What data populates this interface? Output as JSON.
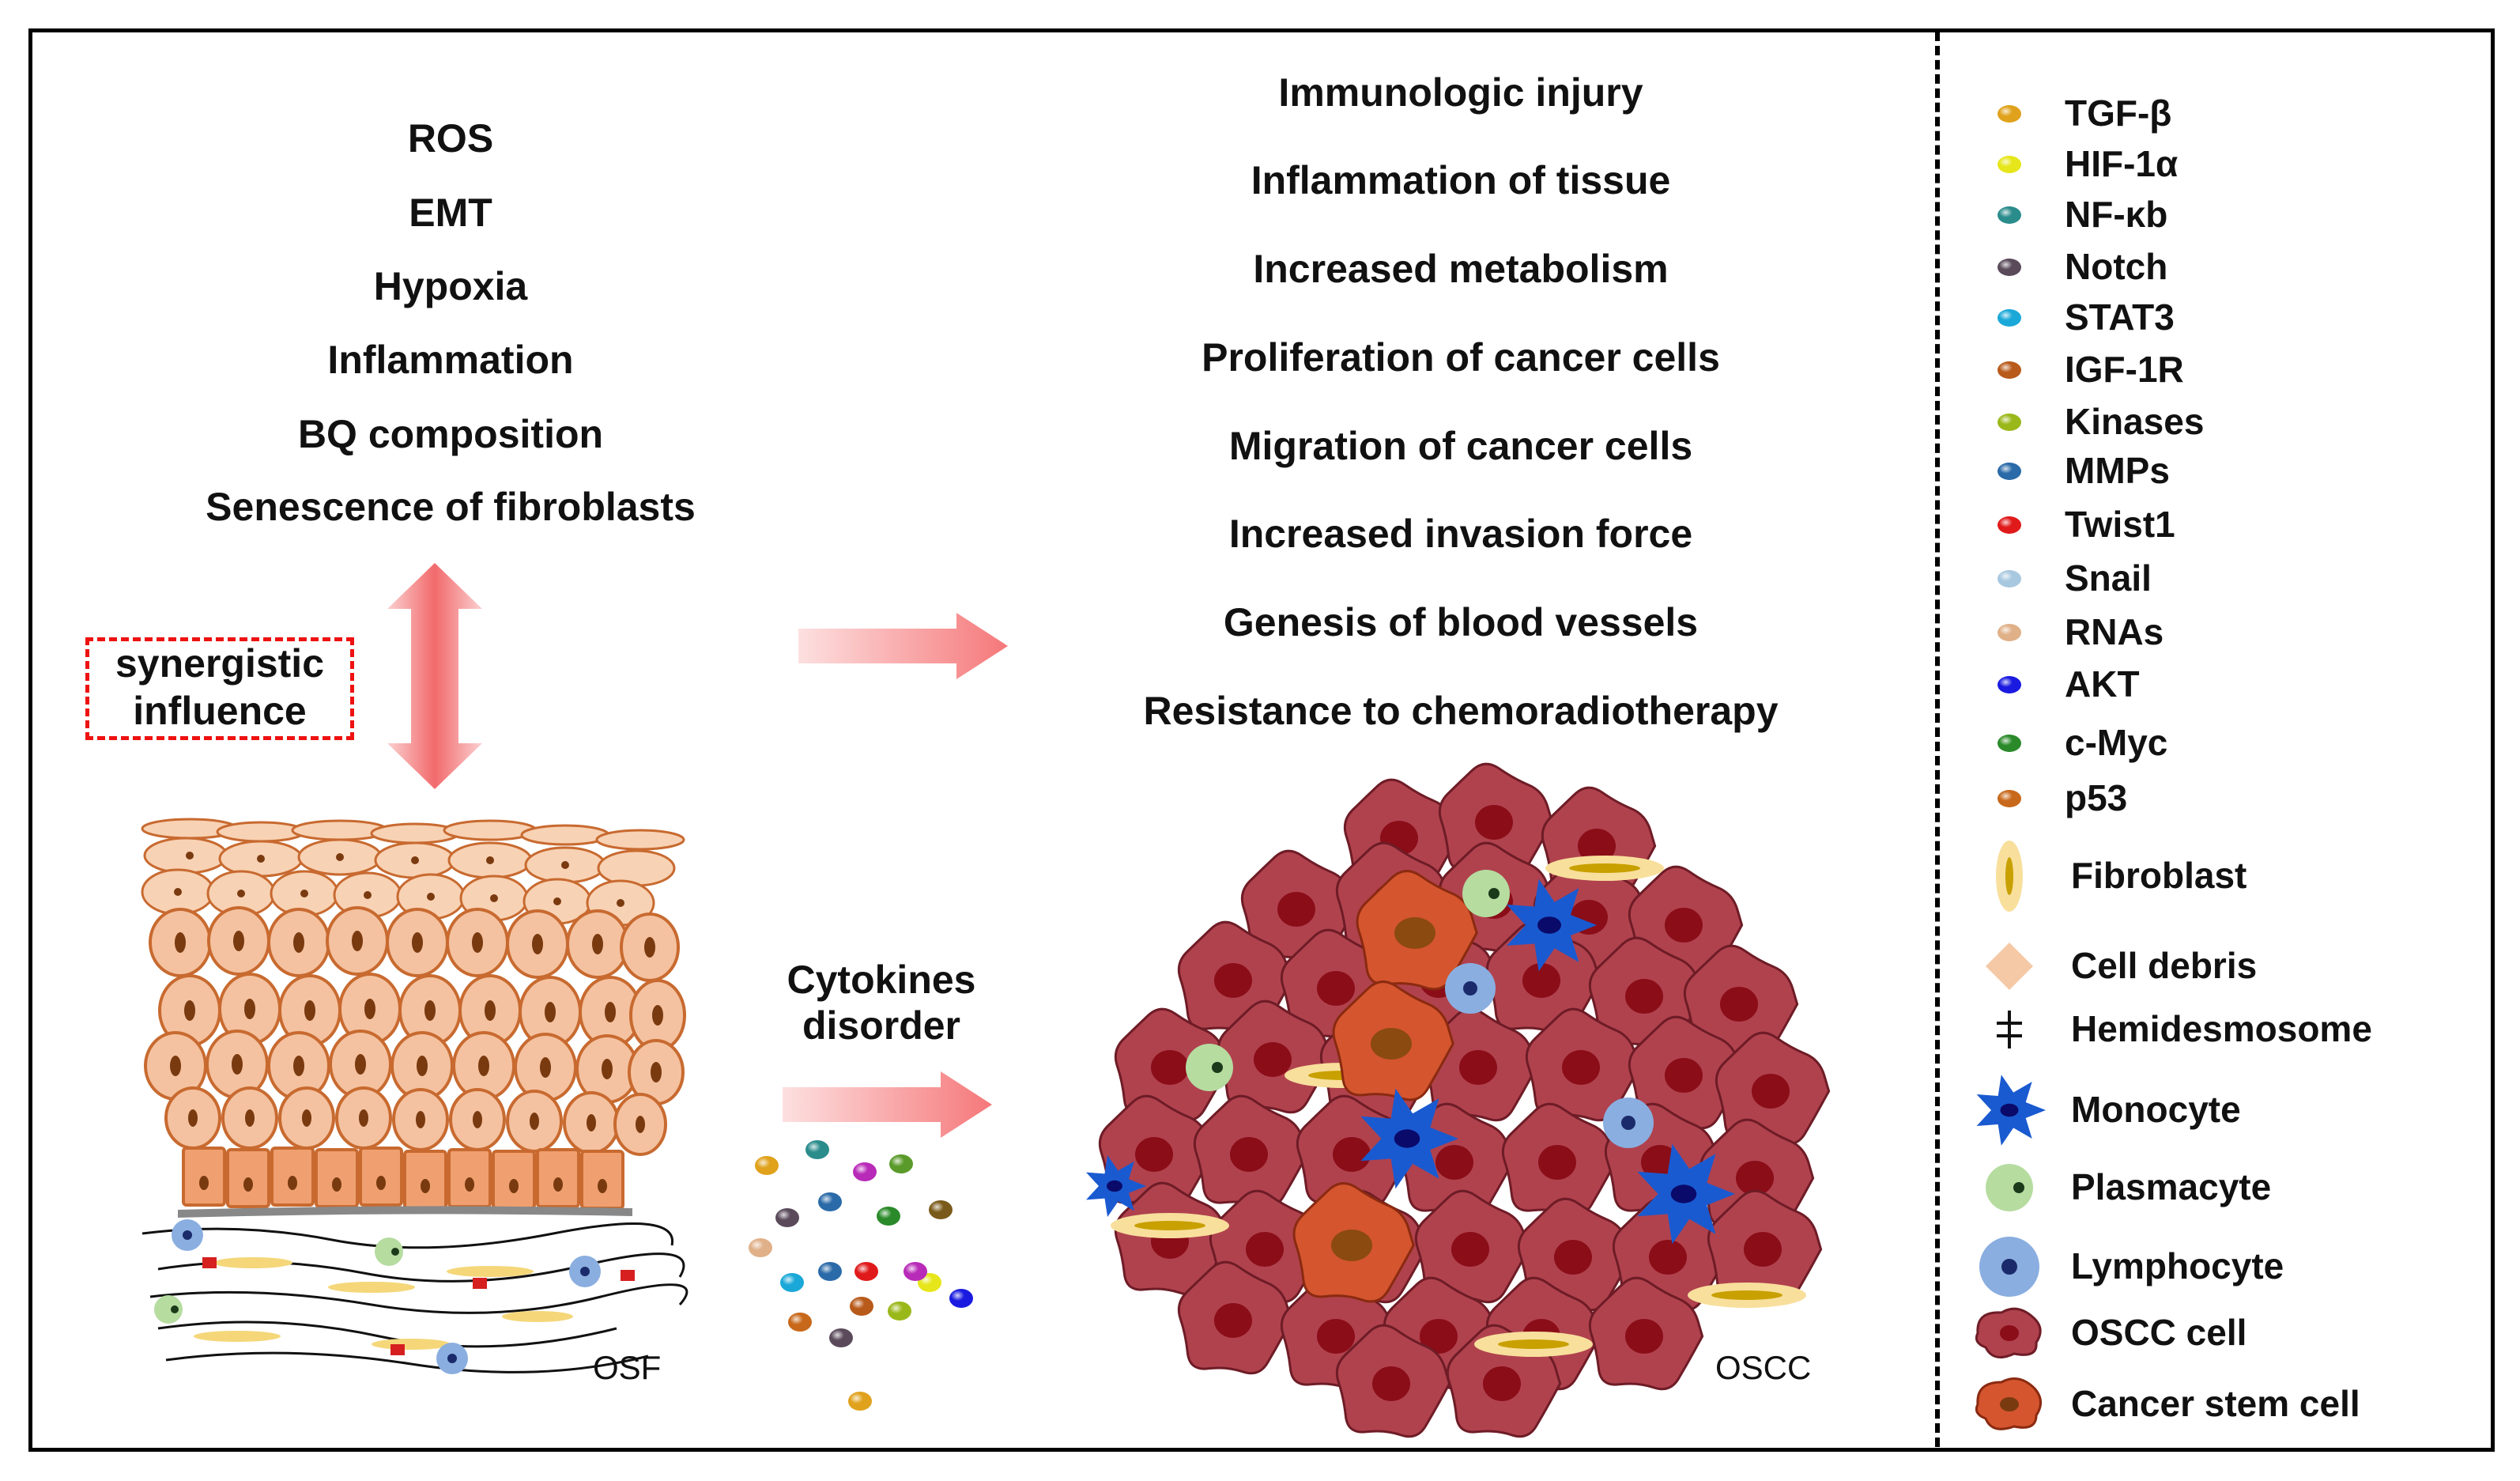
{
  "risk_factors": [
    "ROS",
    "EMT",
    "Hypoxia",
    "Inflammation",
    "BQ composition",
    "Senescence of fibroblasts"
  ],
  "synergy": {
    "line1": "synergistic",
    "line2": "influence"
  },
  "outcomes": [
    "Immunologic injury",
    "Inflammation of tissue",
    "Increased metabolism",
    "Proliferation of cancer cells",
    "Migration of cancer cells",
    "Increased invasion force",
    "Genesis of blood vessels",
    "Resistance to chemoradiotherapy"
  ],
  "cytokines_label": {
    "line1": "Cytokines",
    "line2": "disorder"
  },
  "osf_label": "OSF",
  "oscc_label": "OSCC",
  "legend": [
    {
      "label": "TGF-β",
      "icon": "bead",
      "color": "#e0a21c"
    },
    {
      "label": "HIF-1α",
      "icon": "bead",
      "color": "#e6e61a"
    },
    {
      "label": "NF-κb",
      "icon": "bead",
      "color": "#2b8c8c"
    },
    {
      "label": "Notch",
      "icon": "bead",
      "color": "#5a4a5a"
    },
    {
      "label": "STAT3",
      "icon": "bead",
      "color": "#1aa8d8"
    },
    {
      "label": "IGF-1R",
      "icon": "bead",
      "color": "#b85a1a"
    },
    {
      "label": "Kinases",
      "icon": "bead",
      "color": "#9ab81a"
    },
    {
      "label": "MMPs",
      "icon": "bead",
      "color": "#2a6aa8"
    },
    {
      "label": "Twist1",
      "icon": "bead",
      "color": "#e01a1a"
    },
    {
      "label": "Snail",
      "icon": "bead",
      "color": "#a8c8e0"
    },
    {
      "label": "RNAs",
      "icon": "bead",
      "color": "#e0b088"
    },
    {
      "label": "AKT",
      "icon": "bead",
      "color": "#1a1ae0"
    },
    {
      "label": "c-Myc",
      "icon": "bead",
      "color": "#2a8a2a"
    },
    {
      "label": "p53",
      "icon": "bead",
      "color": "#c8681a"
    },
    {
      "label": "Fibroblast",
      "icon": "fibroblast",
      "color": "#f8df9c"
    },
    {
      "label": "Cell debris",
      "icon": "diamond",
      "color": "#f6c9a6"
    },
    {
      "label": "Hemidesmosome",
      "icon": "hemidesmosome",
      "color": "#111111"
    },
    {
      "label": "Monocyte",
      "icon": "monocyte",
      "color": "#1a5ad0"
    },
    {
      "label": "Plasmacyte",
      "icon": "plasmacyte",
      "color": "#b6dca0"
    },
    {
      "label": "Lymphocyte",
      "icon": "lymphocyte",
      "color": "#8aaee0"
    },
    {
      "label": "OSCC cell",
      "icon": "oscc-cell",
      "color": "#b0424e"
    },
    {
      "label": "Cancer stem cell",
      "icon": "stem-cell",
      "color": "#d4552e"
    }
  ]
}
